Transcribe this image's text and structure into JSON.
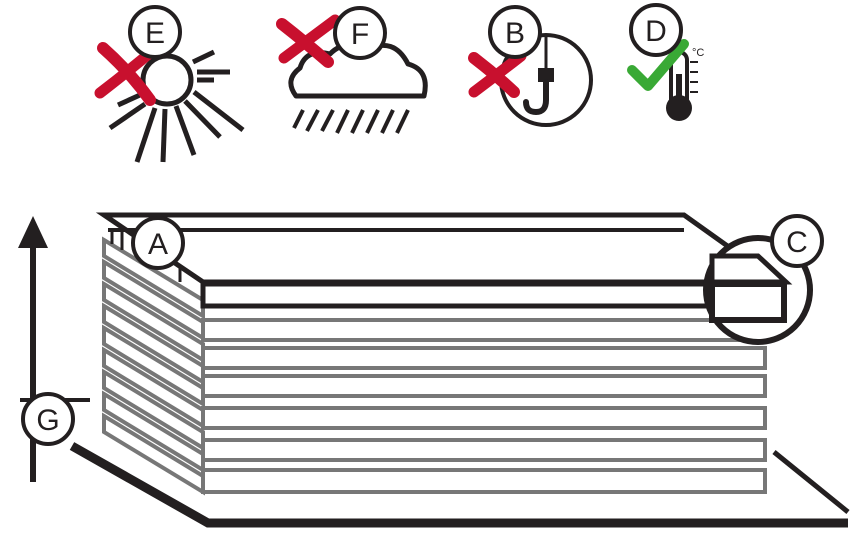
{
  "labels": {
    "e": "E",
    "f": "F",
    "b": "B",
    "d": "D",
    "a": "A",
    "c": "C",
    "g": "G"
  },
  "temperature_unit": "°C",
  "icons": {
    "e": "sun-icon",
    "f": "rain-cloud-icon",
    "b": "hook-icon",
    "d": "thermometer-icon"
  },
  "status": {
    "e": "not-allowed",
    "f": "not-allowed",
    "b": "not-allowed",
    "d": "allowed"
  },
  "colors": {
    "line": "#231f20",
    "board": "#777777",
    "cross": "#c8102e",
    "check": "#39a935"
  }
}
